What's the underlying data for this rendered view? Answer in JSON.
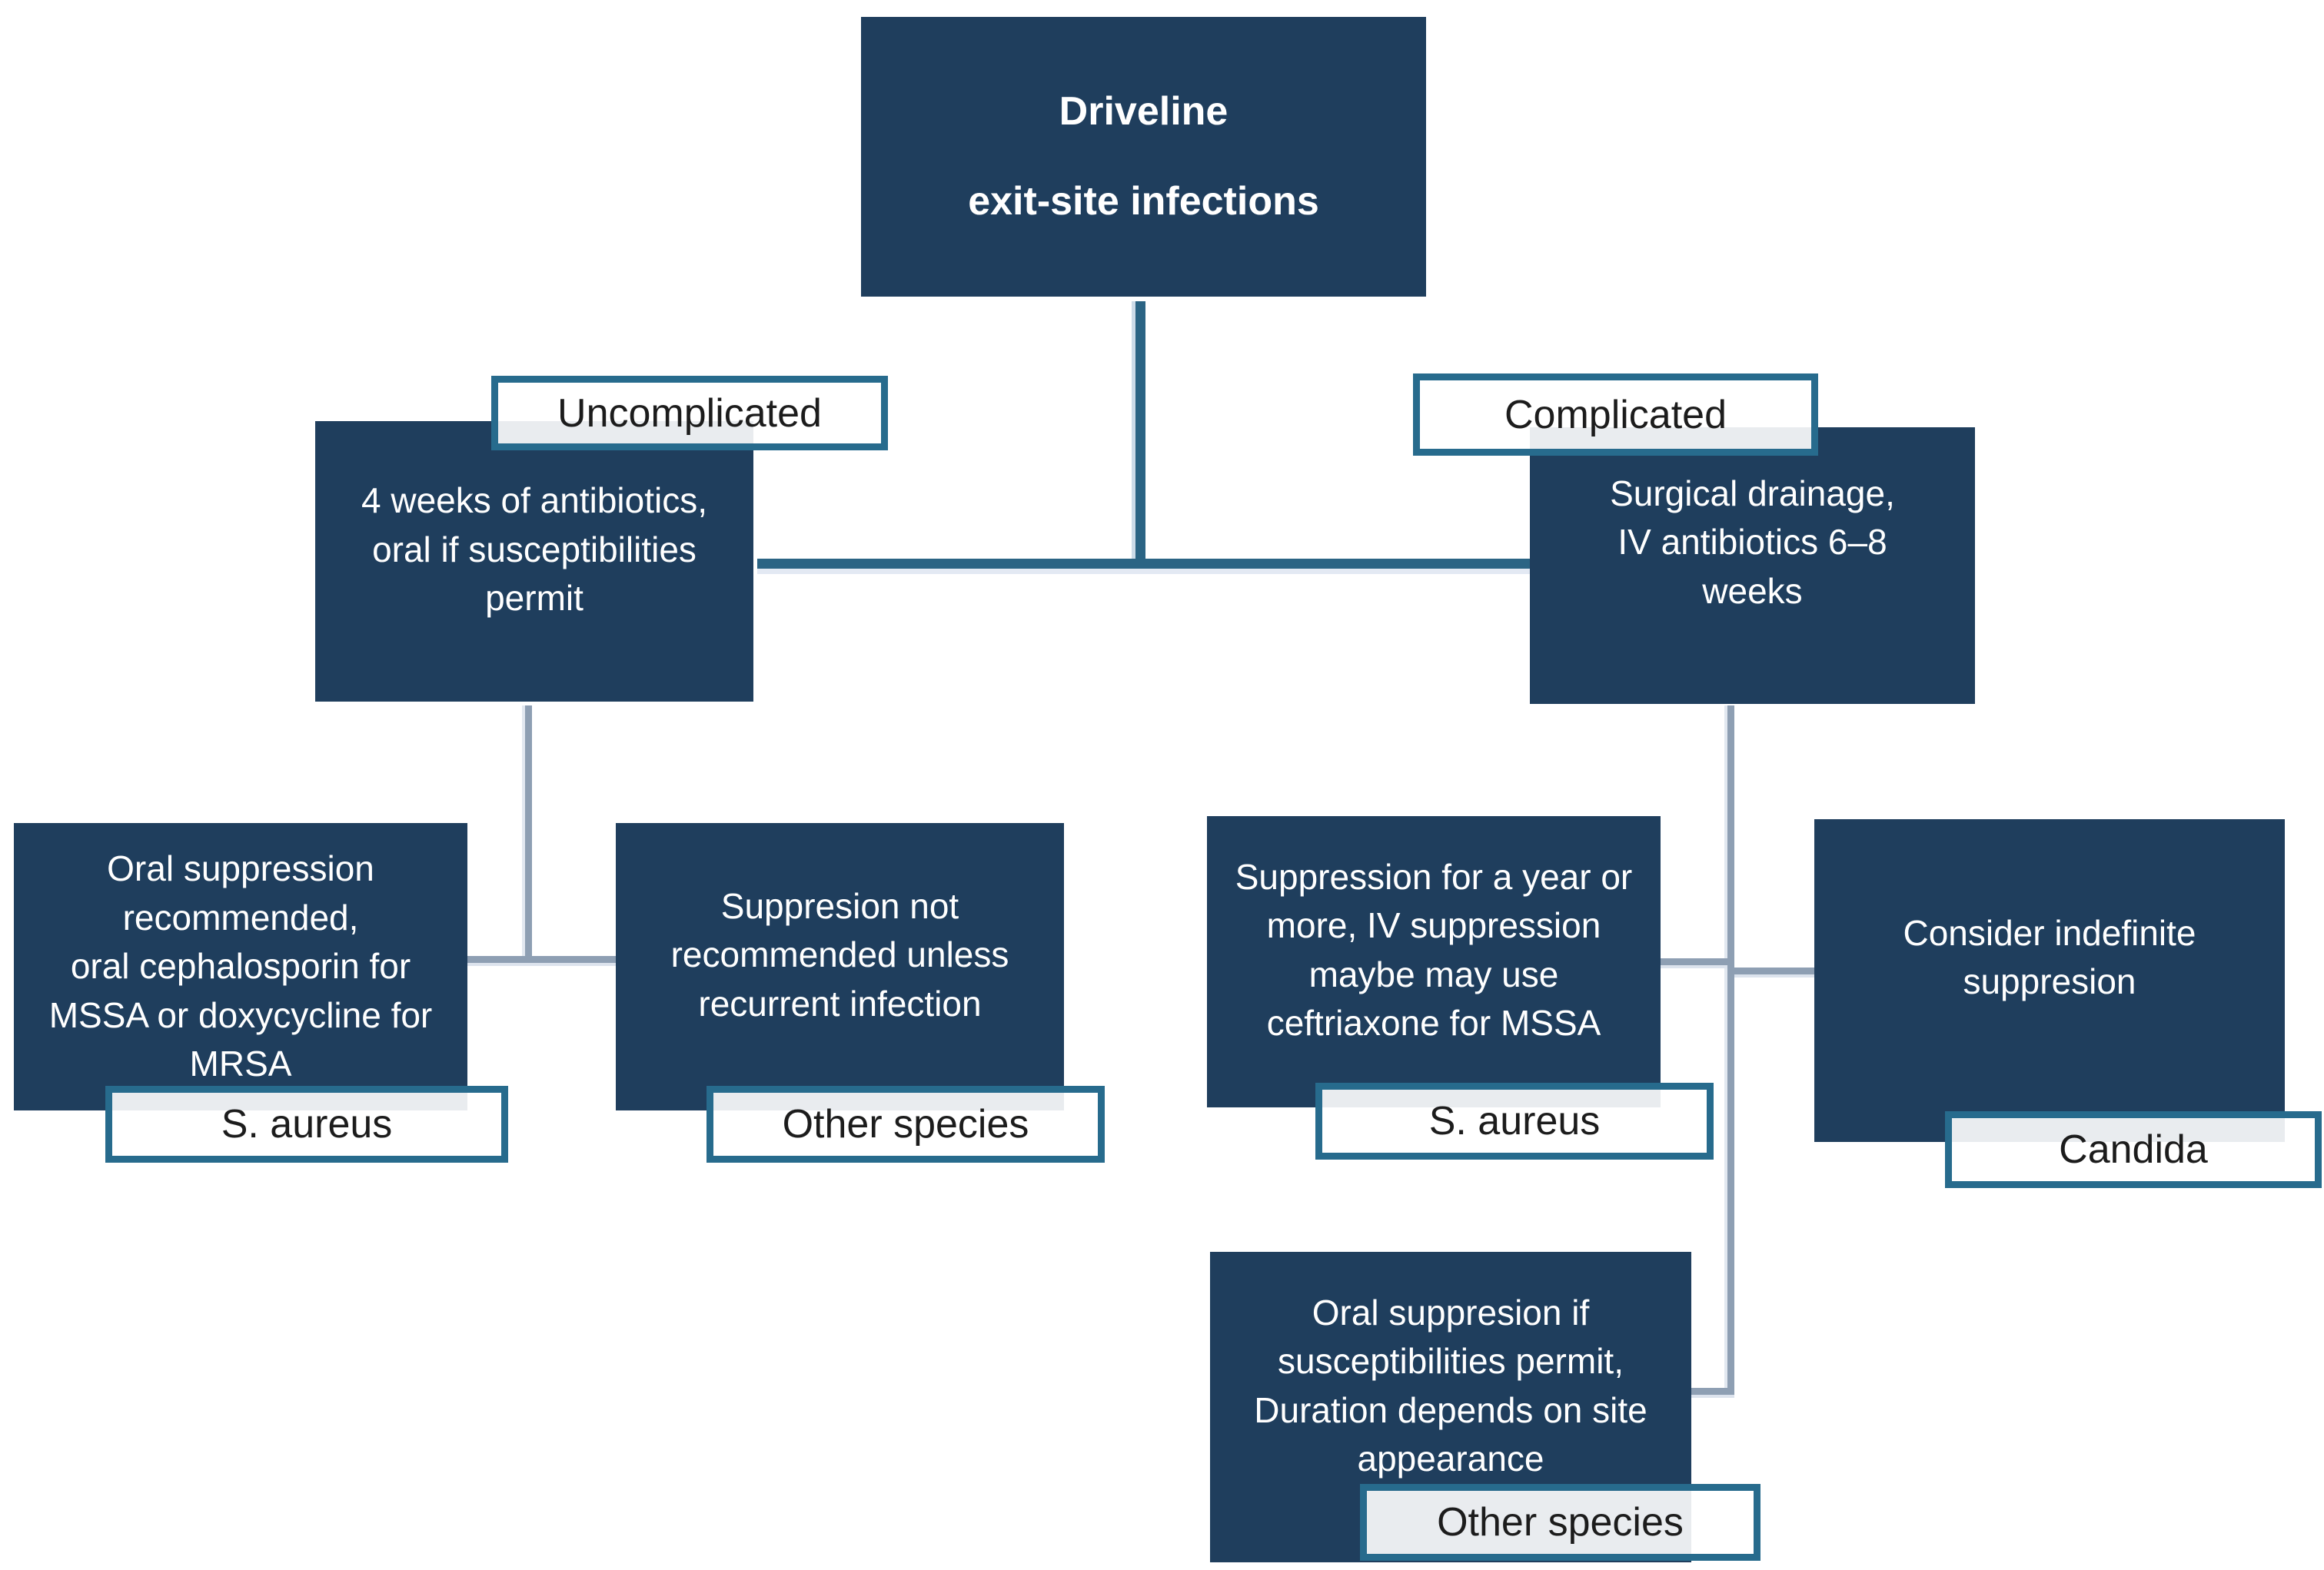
{
  "title_node": {
    "text": "Driveline\nexit-site infections"
  },
  "branches": {
    "uncomplicated": {
      "label": "Uncomplicated",
      "plan": "4 weeks of antibiotics,\noral if susceptibilities\npermit",
      "outcomes": [
        {
          "organism": "S. aureus",
          "recommendation": "Oral suppression\nrecommended,\noral cephalosporin for\nMSSA or doxycycline for\nMRSA"
        },
        {
          "organism": "Other species",
          "recommendation": "Suppresion not\nrecommended unless\nrecurrent infection"
        }
      ]
    },
    "complicated": {
      "label": "Complicated",
      "plan": "Surgical drainage,\nIV antibiotics 6–8\nweeks",
      "outcomes": [
        {
          "organism": "S. aureus",
          "recommendation": "Suppression for a year or\nmore, IV suppression\nmaybe may use\nceftriaxone for MSSA"
        },
        {
          "organism": "Candida",
          "recommendation": "Consider indefinite\nsuppresion"
        },
        {
          "organism": "Other species",
          "recommendation": "Oral suppresion if\nsusceptibilities permit,\nDuration depends on site\nappearance"
        }
      ]
    }
  },
  "colors": {
    "node_fill": "#1f3e5d",
    "node_text": "#ffffff",
    "tag_border": "#276b8d",
    "tag_text": "#1c1c1c",
    "tag_overlap_band": "#e8edf2",
    "primary_connector": "#2b6484",
    "secondary_connector": "#8e9fb3"
  }
}
